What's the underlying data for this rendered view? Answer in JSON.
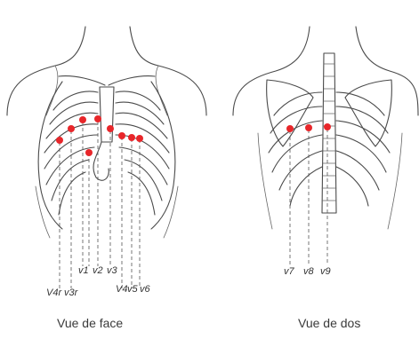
{
  "front_view": {
    "caption": "Vue de face",
    "leads": {
      "v1": "v1",
      "v2": "v2",
      "v3": "v3",
      "v4r": "V4r",
      "v3r": "v3r",
      "v4": "V4",
      "v5": "v5",
      "v6": "v6"
    }
  },
  "back_view": {
    "caption": "Vue de dos",
    "leads": {
      "v7": "v7",
      "v8": "v8",
      "v9": "v9"
    }
  },
  "colors": {
    "electrode": "#e8262a",
    "sketch": "#4a4a4a"
  }
}
